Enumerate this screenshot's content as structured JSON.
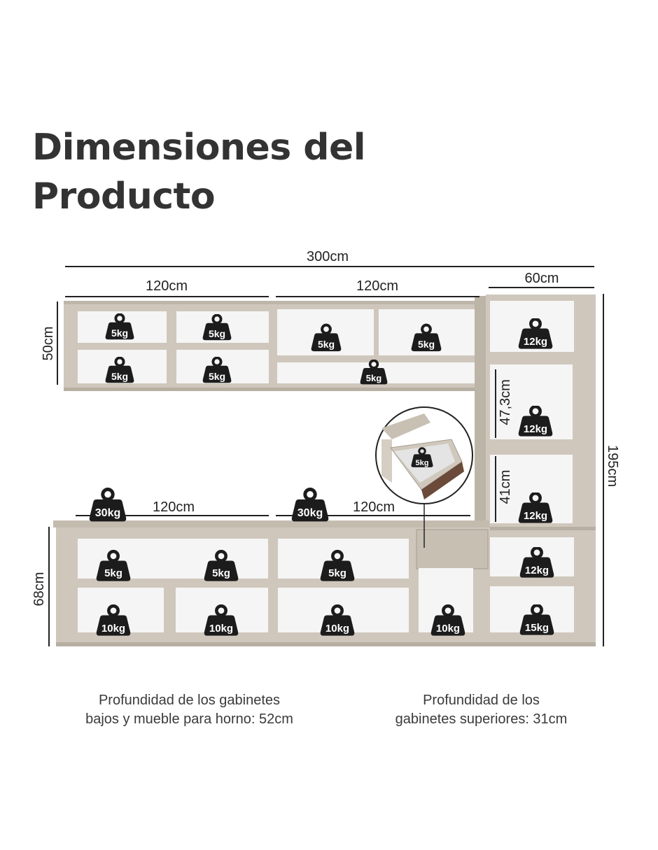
{
  "title": {
    "line1": "Dimensiones del",
    "line2": "Producto"
  },
  "colors": {
    "panel": "#cfc7bc",
    "panel_dark": "#b8afa3",
    "interior": "#f5f5f5",
    "weight": "#1c1c1c",
    "line": "#222222"
  },
  "dimensions": {
    "total_width": "300cm",
    "upper_left_width": "120cm",
    "upper_mid_width": "120cm",
    "tower_width": "60cm",
    "upper_height": "50cm",
    "tower_height": "195cm",
    "lower_left_width": "120cm",
    "lower_mid_width": "120cm",
    "lower_height": "68cm",
    "tower_niche_upper": "47,3cm",
    "tower_niche_lower": "41cm"
  },
  "weights": {
    "ul1": "5kg",
    "ul2": "5kg",
    "ul3": "5kg",
    "ul4": "5kg",
    "um1": "5kg",
    "um2": "5kg",
    "um3": "5kg",
    "drawer": "5kg",
    "t1": "12kg",
    "t2": "12kg",
    "t3": "12kg",
    "t4": "12kg",
    "t5": "15kg",
    "top1": "30kg",
    "top2": "30kg",
    "ll1": "5kg",
    "ll2": "5kg",
    "ll3": "10kg",
    "ll4": "10kg",
    "lm1": "5kg",
    "lm2": "10kg",
    "lo1": "10kg"
  },
  "notes": {
    "lower_line1": "Profundidad de los gabinetes",
    "lower_line2": "bajos y mueble para horno: 52cm",
    "upper_line1": "Profundidad de los",
    "upper_line2": "gabinetes superiores: 31cm"
  }
}
